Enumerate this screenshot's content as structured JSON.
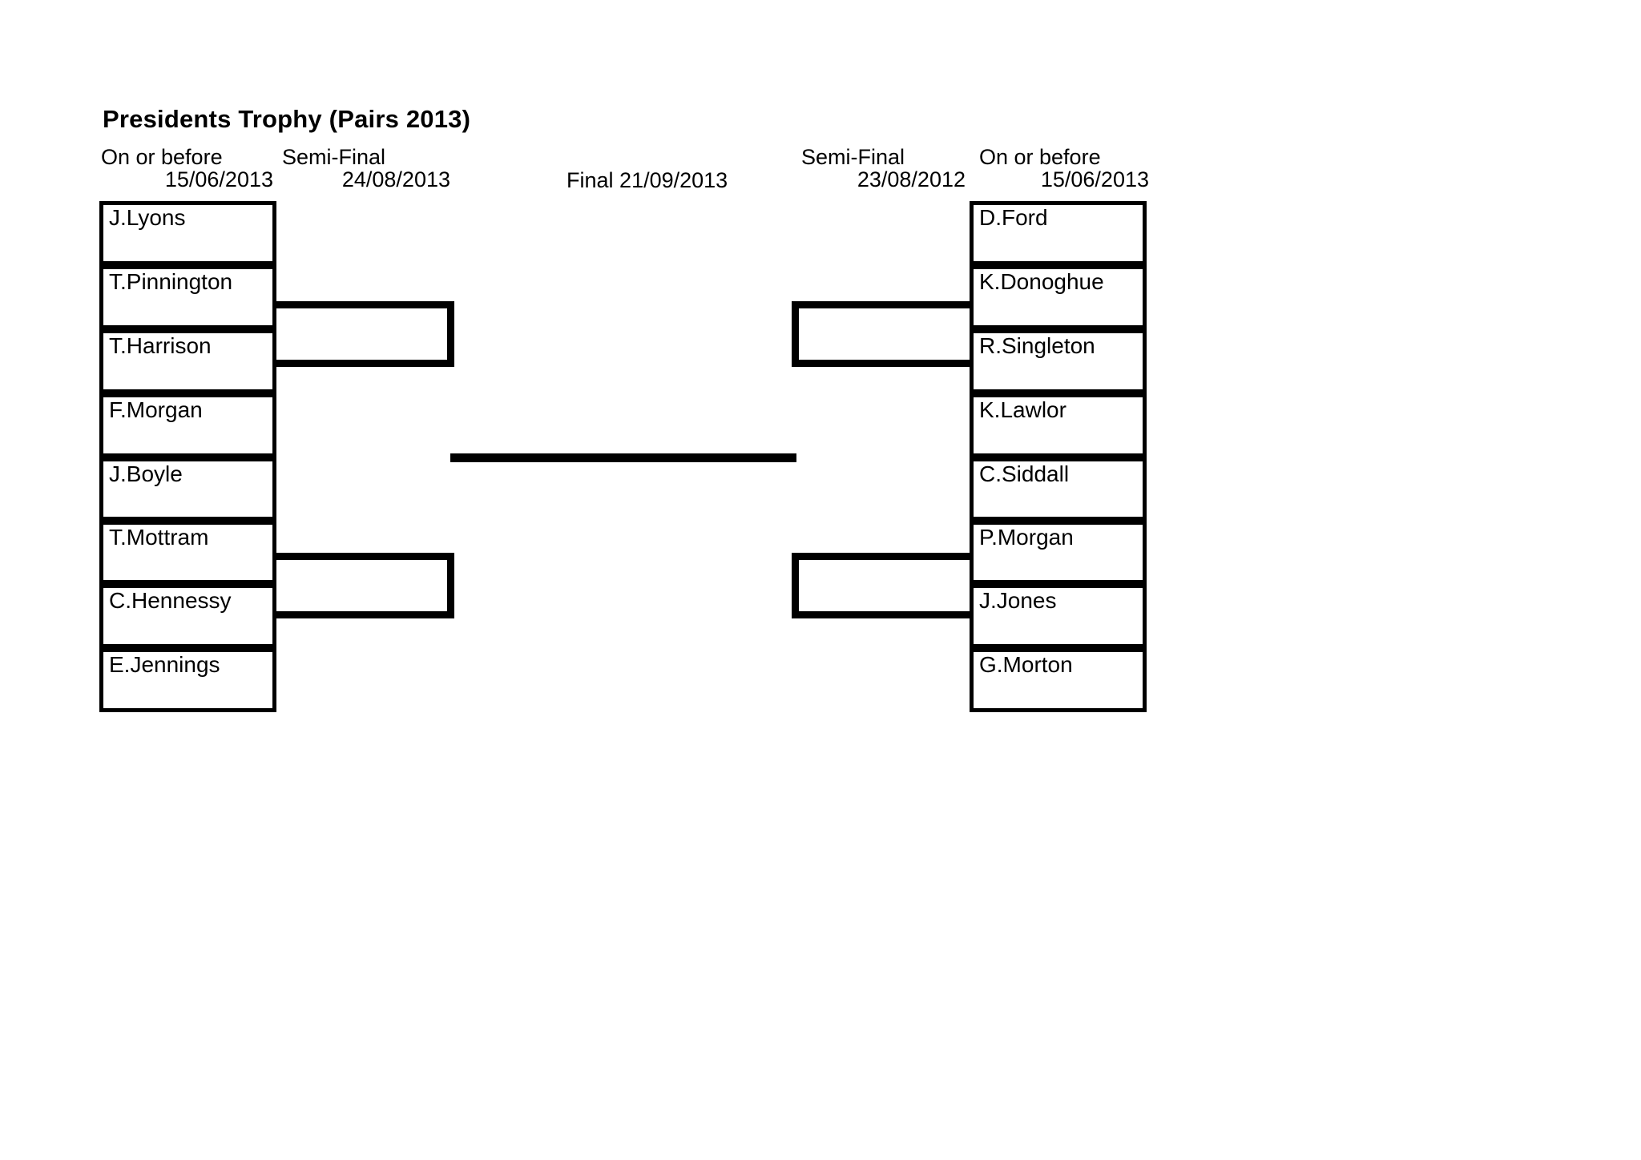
{
  "title": "Presidents Trophy (Pairs 2013)",
  "headers": {
    "left_entry": {
      "stage": "On or before",
      "date": "15/06/2013"
    },
    "left_semi": {
      "stage": "Semi-Final",
      "date": "24/08/2013"
    },
    "final": {
      "stage": "Final",
      "date": "21/09/2013"
    },
    "right_semi": {
      "stage": "Semi-Final",
      "date": "23/08/2012"
    },
    "right_entry": {
      "stage": "On or before",
      "date": "15/06/2013"
    }
  },
  "bracket": {
    "left_entrants": [
      {
        "name": "J.Lyons"
      },
      {
        "name": "T.Pinnington"
      },
      {
        "name": "T.Harrison"
      },
      {
        "name": "F.Morgan"
      },
      {
        "name": "J.Boyle"
      },
      {
        "name": "T.Mottram"
      },
      {
        "name": "C.Hennessy"
      },
      {
        "name": "E.Jennings"
      }
    ],
    "right_entrants": [
      {
        "name": "D.Ford"
      },
      {
        "name": "K.Donoghue"
      },
      {
        "name": "R.Singleton"
      },
      {
        "name": "K.Lawlor"
      },
      {
        "name": "C.Siddall"
      },
      {
        "name": "P.Morgan"
      },
      {
        "name": "J.Jones"
      },
      {
        "name": "G.Morton"
      }
    ],
    "left_semifinal_slots": [
      {
        "name": ""
      },
      {
        "name": ""
      }
    ],
    "right_semifinal_slots": [
      {
        "name": ""
      },
      {
        "name": ""
      }
    ],
    "final_slot": {
      "name": ""
    }
  },
  "colors": {
    "ink": "#000000",
    "paper": "#ffffff"
  }
}
